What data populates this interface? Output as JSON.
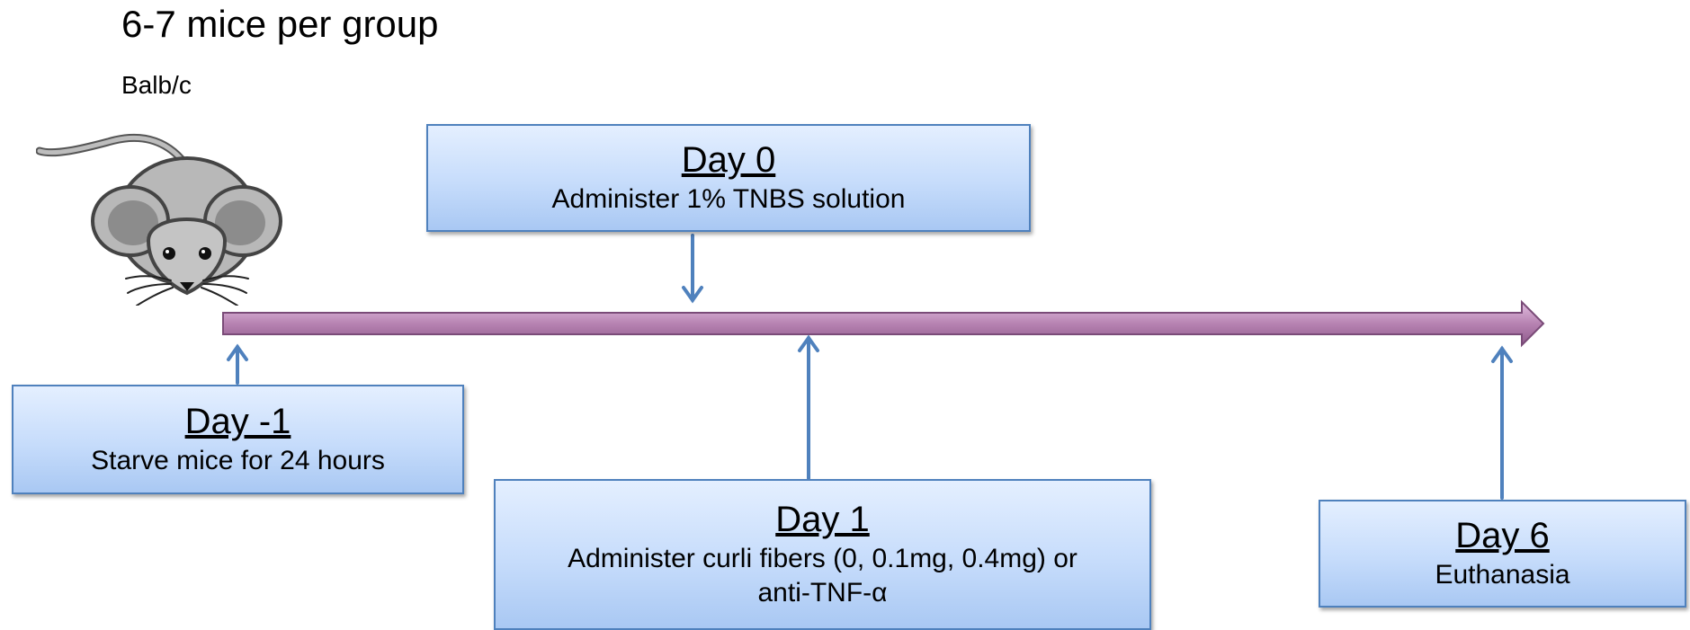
{
  "header": {
    "title": "6-7 mice per group",
    "strain": "Balb/c"
  },
  "colors": {
    "timeline": "#a86aa4",
    "arrow": "#4f81bd",
    "box_border": "#4f81bd"
  },
  "events": [
    {
      "day": "Day -1",
      "description": "Starve mice for 24 hours"
    },
    {
      "day": "Day 0",
      "description": "Administer 1% TNBS solution"
    },
    {
      "day": "Day 1",
      "description_line1": "Administer curli fibers (0, 0.1mg, 0.4mg) or",
      "description_line2": "anti-TNF-α"
    },
    {
      "day": "Day 6",
      "description": "Euthanasia"
    }
  ],
  "icons": [
    "mouse-icon"
  ]
}
